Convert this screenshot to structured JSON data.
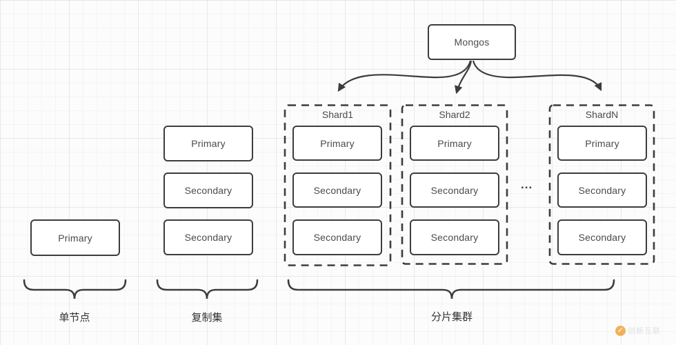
{
  "mongos": {
    "label": "Mongos"
  },
  "single_node": {
    "label": "Primary"
  },
  "replica_set": {
    "nodes": [
      "Primary",
      "Secondary",
      "Secondary"
    ]
  },
  "shards": [
    {
      "title": "Shard1",
      "nodes": [
        "Primary",
        "Secondary",
        "Secondary"
      ]
    },
    {
      "title": "Shard2",
      "nodes": [
        "Primary",
        "Secondary",
        "Secondary"
      ]
    },
    {
      "title": "ShardN",
      "nodes": [
        "Primary",
        "Secondary",
        "Secondary"
      ]
    }
  ],
  "ellipsis": "...",
  "group_labels": {
    "single": "单节点",
    "replica": "复制集",
    "sharded": "分片集群"
  },
  "watermark": {
    "icon": "check-circle-icon",
    "text": "创新互联",
    "check": "✓"
  },
  "colors": {
    "line": "#3c3c3c",
    "box_text": "#4a4a4a",
    "label_text": "#333333",
    "watermark_orange": "#f0a43e",
    "background": "#fcfcfc"
  }
}
